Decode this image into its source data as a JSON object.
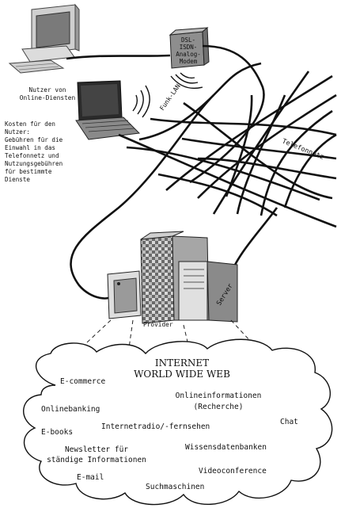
{
  "devices": {
    "user_label": "Nutzer von\nOnline-Diensten",
    "modem_label": "DSL-\nISDN-\nAnalog-\nModem",
    "wlan_label": "Funk-LAN",
    "telephone_label": "Telefonnetz",
    "server_label": "Server",
    "provider_label": "Provider"
  },
  "costs_note": "Kosten für den\nNutzer:\nGebühren für die\nEinwahl in das\nTelefonnetz und\nNutzungsgebühren\nfür bestimmte\nDienste",
  "cloud": {
    "title_line1": "INTERNET",
    "title_line2": "WORLD WIDE WEB",
    "services": {
      "ecommerce": "E-commerce",
      "onlineinfo_line1": "Onlineinformationen",
      "onlineinfo_line2": "(Recherche)",
      "onlinebanking": "Onlinebanking",
      "chat": "Chat",
      "radio": "Internetradio/-fernsehen",
      "ebooks": "E-books",
      "wissen": "Wissensdatenbanken",
      "newsletter_line1": "Newsletter für",
      "newsletter_line2": "ständige Informationen",
      "video": "Videoconference",
      "email": "E-mail",
      "suche": "Suchmaschinen"
    }
  }
}
